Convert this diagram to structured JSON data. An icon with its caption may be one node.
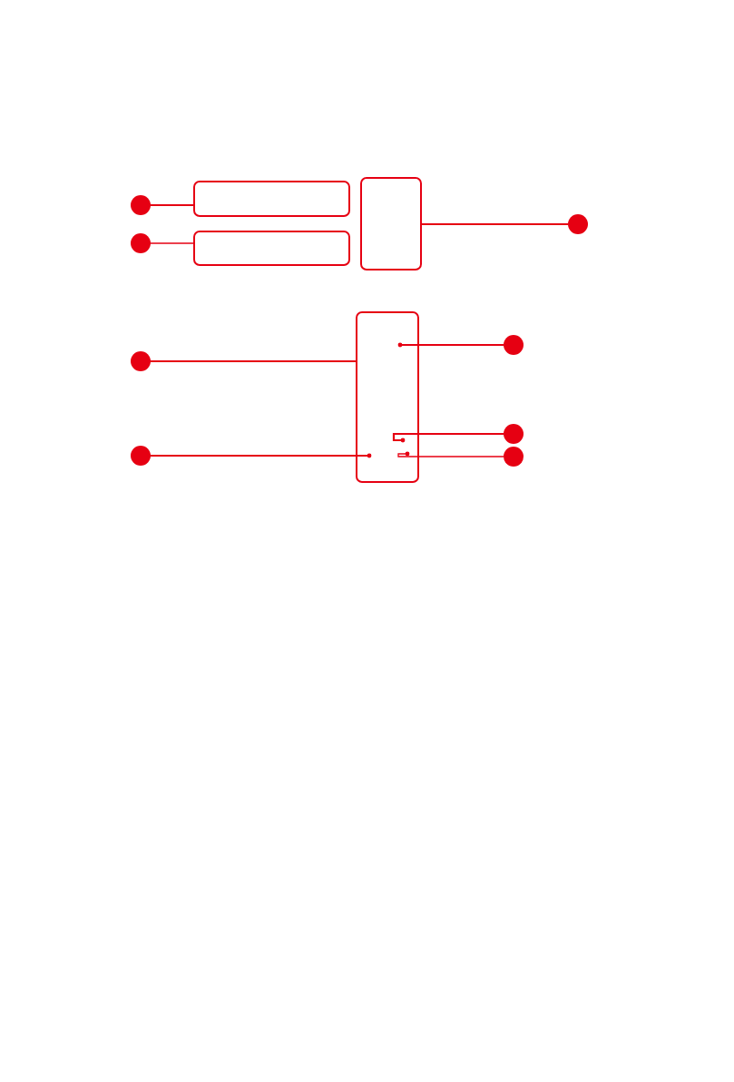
{
  "diagram": {
    "nodes": [
      {
        "text": [],
        "shape": "circle"
      },
      {
        "text": [],
        "shape": "box"
      },
      {
        "text": [],
        "shape": "box"
      },
      {
        "text": [],
        "shape": "circle"
      },
      {
        "text": [],
        "shape": "circle"
      },
      {
        "text": [],
        "shape": "box"
      },
      {
        "text": [],
        "shape": "box"
      },
      {
        "text": [],
        "shape": "circle"
      },
      {
        "text": [],
        "shape": "circle"
      },
      {
        "text": [],
        "shape": "circle"
      },
      {
        "text": [],
        "shape": "circle"
      },
      {
        "text": [],
        "shape": "circle"
      }
    ],
    "edges": [
      {
        "from": 0,
        "to": 1,
        "arrow": "none"
      },
      {
        "from": 4,
        "to": 5,
        "arrow": "none"
      },
      {
        "from": 3,
        "to": 2,
        "arrow": "none"
      },
      {
        "from": 8,
        "to": 6,
        "arrow": "none"
      },
      {
        "from": 10,
        "to": 6,
        "arrow": "other"
      },
      {
        "from": 7,
        "to": 6,
        "arrow": "other"
      },
      {
        "from": 9,
        "to": 6,
        "arrow": "other"
      },
      {
        "from": 11,
        "to": 6,
        "arrow": "other"
      }
    ]
  }
}
